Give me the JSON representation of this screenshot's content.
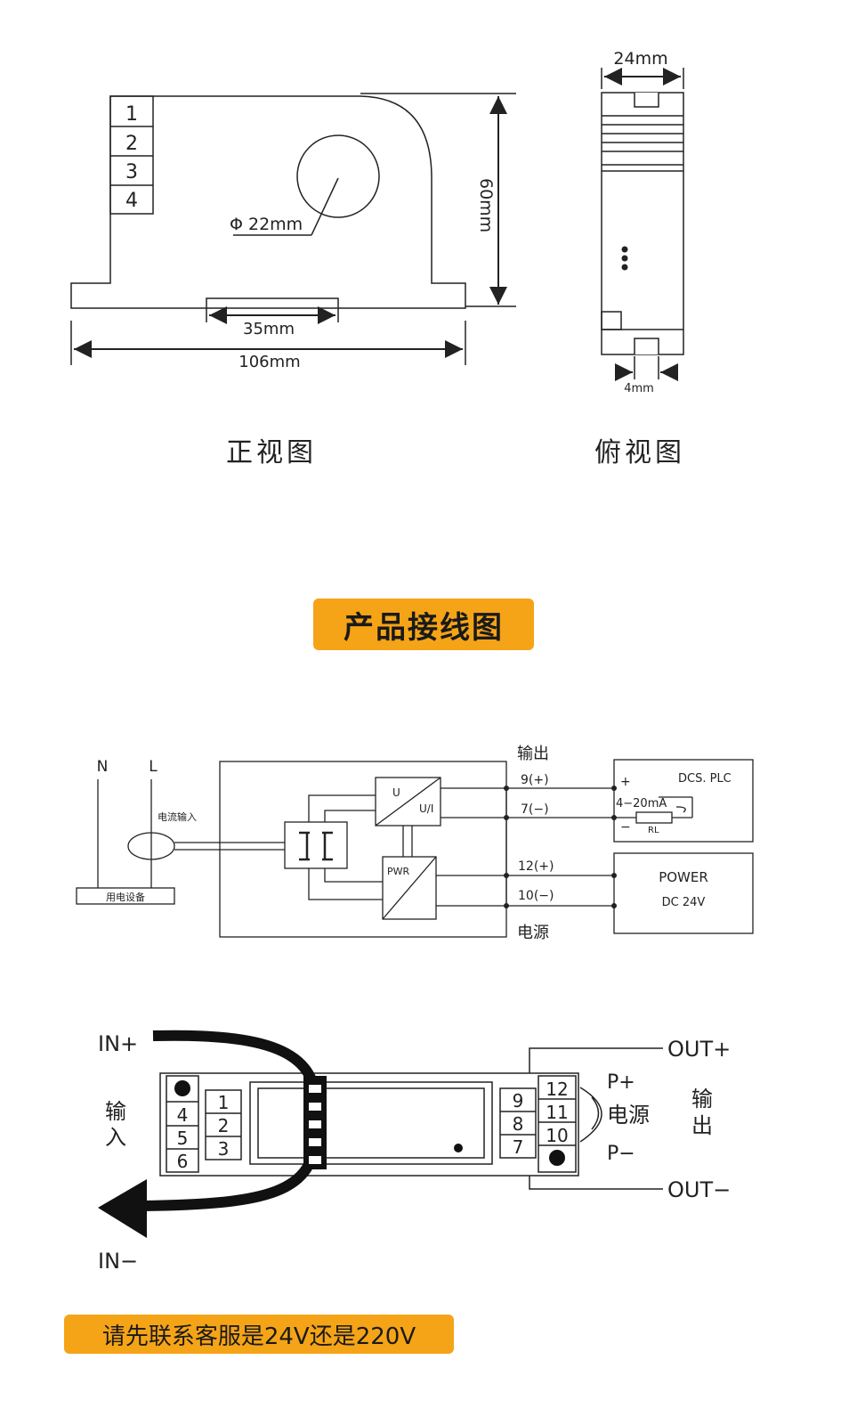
{
  "front_view": {
    "terminals": [
      "1",
      "2",
      "3",
      "4"
    ],
    "hole_label": "Φ 22mm",
    "height_label": "60mm",
    "slot_label": "35mm",
    "width_label": "106mm",
    "caption": "正视图"
  },
  "top_view": {
    "width_label": "24mm",
    "slot_label": "4mm",
    "caption": "俯视图"
  },
  "banner_title": "产品接线图",
  "wiring": {
    "n_label": "N",
    "l_label": "L",
    "current_input_label": "电流输入",
    "equipment_label": "用电设备",
    "output_label": "输出",
    "power_label": "电源",
    "terminal_9": "9(+)",
    "terminal_7": "7(−)",
    "terminal_12": "12(+)",
    "terminal_10": "10(−)",
    "converter_u": "U",
    "converter_ui": "U/I",
    "pwr_label": "PWR",
    "dcs_label": "DCS. PLC",
    "plus_sign": "+",
    "minus_sign": "−",
    "ma_label": "4−20mA",
    "rl_label": "RL",
    "power_box_title": "POWER",
    "power_box_sub": "DC 24V"
  },
  "module": {
    "in_plus": "IN+",
    "in_minus": "IN−",
    "input_label_1": "输",
    "input_label_2": "入",
    "left_terminals": [
      "4",
      "5",
      "6"
    ],
    "inner_terminals": [
      "1",
      "2",
      "3"
    ],
    "right_terminals_a": [
      "9",
      "8",
      "7"
    ],
    "right_terminals_b": [
      "12",
      "11",
      "10"
    ],
    "out_plus": "OUT+",
    "out_minus": "OUT−",
    "p_plus": "P+",
    "p_minus": "P−",
    "power_label": "电源",
    "output_label_1": "输",
    "output_label_2": "出"
  },
  "bottom_note": "请先联系客服是24V还是220V",
  "colors": {
    "accent": "#f5a417",
    "line": "#222222"
  }
}
